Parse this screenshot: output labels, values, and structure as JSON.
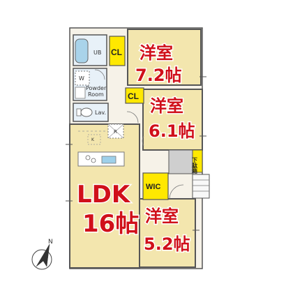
{
  "colors": {
    "room_fill": "#f3e6ae",
    "wet_fill": "#e8f1f8",
    "hall_fill": "#f6f2e8",
    "wall": "#555555",
    "room_label": "#d0101a",
    "closet_fill": "#ffe800",
    "grey_fill": "#cfcfcf"
  },
  "rooms": {
    "bedroom1": {
      "name": "洋室",
      "size": "7.2帖"
    },
    "bedroom2": {
      "name": "洋室",
      "size": "6.1帖"
    },
    "bedroom3": {
      "name": "洋室",
      "size": "5.2帖"
    },
    "ldk": {
      "name": "LDK",
      "size": "16帖"
    }
  },
  "closets": {
    "cl1": "CL",
    "cl2": "CL",
    "wic": "WIC",
    "shoe": "下駄箱"
  },
  "fixtures": {
    "ub": "UB",
    "w": "W",
    "powder_room_1": "Powder",
    "powder_room_2": "Room",
    "lav": "Lav.",
    "r": "R",
    "k": "K"
  },
  "compass": {
    "label": "N"
  }
}
